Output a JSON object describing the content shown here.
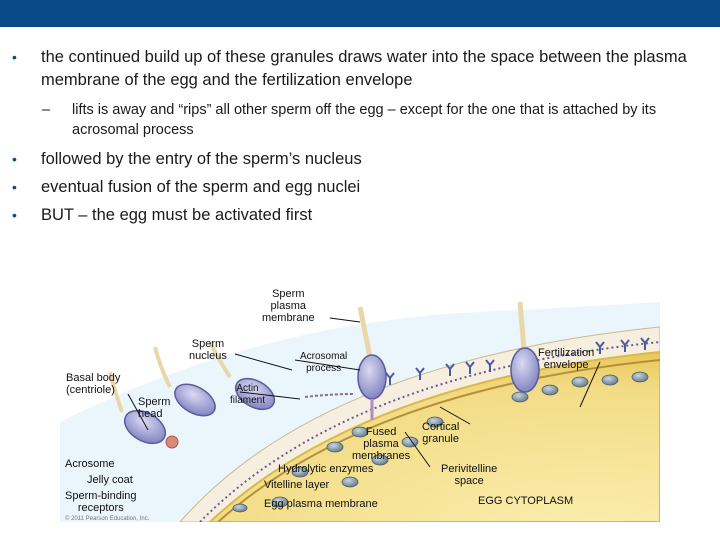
{
  "slide": {
    "bullet1": "the continued build up of these granules draws water into the space between the plasma membrane of the egg and the fertilization envelope",
    "sub1": "lifts is away and “rips” all other sperm off the egg – except for the one that is attached by its acrosomal process",
    "bullets": [
      "followed by the entry of the sperm’s nucleus",
      "eventual fusion of the sperm and egg nuclei",
      "BUT – the egg must be activated first"
    ],
    "bullet_char": "•",
    "dash_char": "–"
  },
  "figure": {
    "labels": {
      "sperm_plasma_membrane": "Sperm\nplasma\nmembrane",
      "sperm_nucleus": "Sperm\nnucleus",
      "acrosomal_process": "Acrosomal\nprocess",
      "fertilization_envelope": "Fertilization\nenvelope",
      "basal_body": "Basal body\n(centriole)",
      "sperm_head": "Sperm\nhead",
      "actin_filament": "Actin\nfilament",
      "cortical_granule": "Cortical\ngranule",
      "fused_plasma_membranes": "Fused\nplasma\nmembranes",
      "acrosome": "Acrosome",
      "jelly_coat": "Jelly coat",
      "sperm_binding_receptors": "Sperm-binding\nreceptors",
      "hydrolytic_enzymes": "Hydrolytic enzymes",
      "vitelline_layer": "Vitelline layer",
      "perivitelline_space": "Perivitelline\nspace",
      "egg_plasma_membrane": "Egg plasma membrane",
      "egg_cytoplasm": "EGG CYTOPLASM",
      "copyright": "© 2011 Pearson Education, Inc."
    },
    "colors": {
      "cytoplasm": "#f3dc86",
      "cytoplasm_edge": "#e8c85a",
      "jelly": "#d9eefa",
      "sperm_head": "#8f90cc",
      "tail": "#e8d8a8",
      "granule": "#7f97a6",
      "receptor": "#4c5aa0"
    }
  }
}
